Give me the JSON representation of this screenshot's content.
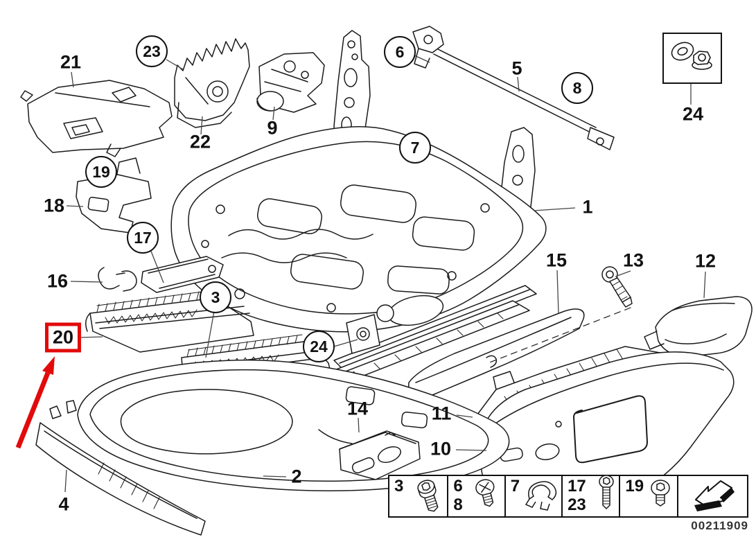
{
  "figure": {
    "type": "exploded-parts-diagram",
    "subject": "vehicle front seat frame and mechanism",
    "doc_number": "00211909",
    "highlight_color": "#e20a0a",
    "line_color": "#1a1a1a"
  },
  "callouts": [
    {
      "label": "21",
      "style": "plain"
    },
    {
      "label": "23",
      "style": "circled"
    },
    {
      "label": "22",
      "style": "plain"
    },
    {
      "label": "9",
      "style": "plain"
    },
    {
      "label": "6",
      "style": "circled"
    },
    {
      "label": "5",
      "style": "plain"
    },
    {
      "label": "8",
      "style": "circled"
    },
    {
      "label": "24",
      "style": "plain"
    },
    {
      "label": "19",
      "style": "circled"
    },
    {
      "label": "18",
      "style": "plain"
    },
    {
      "label": "7",
      "style": "circled"
    },
    {
      "label": "17",
      "style": "circled"
    },
    {
      "label": "16",
      "style": "plain"
    },
    {
      "label": "3",
      "style": "circled"
    },
    {
      "label": "1",
      "style": "plain"
    },
    {
      "label": "15",
      "style": "plain"
    },
    {
      "label": "13",
      "style": "plain"
    },
    {
      "label": "12",
      "style": "plain"
    },
    {
      "label": "20",
      "style": "boxed-highlight"
    },
    {
      "label": "24",
      "style": "circled"
    },
    {
      "label": "14",
      "style": "plain"
    },
    {
      "label": "11",
      "style": "plain"
    },
    {
      "label": "10",
      "style": "plain"
    },
    {
      "label": "2",
      "style": "plain"
    },
    {
      "label": "4",
      "style": "plain"
    }
  ],
  "hardware_box": {
    "icons": [
      "washer-icon",
      "flange-nut-icon"
    ]
  },
  "legend": {
    "cells": [
      {
        "labels": [
          "3"
        ],
        "icon": "socket-head-screw-icon"
      },
      {
        "labels": [
          "6",
          "8"
        ],
        "icon": "phillips-pan-screw-icon"
      },
      {
        "labels": [
          "7"
        ],
        "icon": "spring-clip-icon"
      },
      {
        "labels": [
          "17",
          "23"
        ],
        "icon": "torx-screw-long-icon"
      },
      {
        "labels": [
          "19"
        ],
        "icon": "torx-screw-short-icon"
      },
      {
        "labels": [],
        "icon": "installation-direction-arrow-icon"
      }
    ],
    "doc_number": "00211909"
  }
}
